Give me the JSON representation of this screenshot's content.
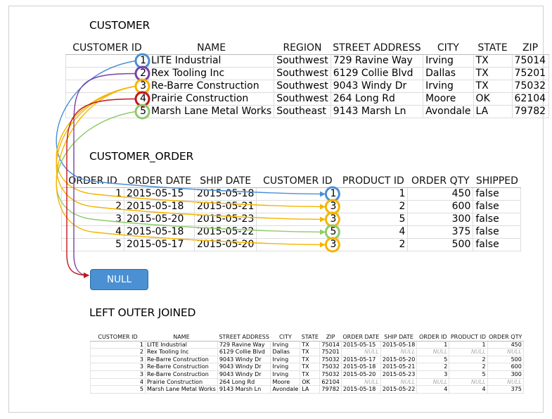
{
  "titles": {
    "customer": "CUSTOMER",
    "customer_order": "CUSTOMER_ORDER",
    "left_outer_joined": "LEFT OUTER JOINED"
  },
  "null_box": "NULL",
  "customer": {
    "columns": [
      "CUSTOMER ID",
      "NAME",
      "REGION",
      "STREET ADDRESS",
      "CITY",
      "STATE",
      "ZIP"
    ],
    "rows": [
      [
        "1",
        "LITE Industrial",
        "Southwest",
        "729 Ravine Way",
        "Irving",
        "TX",
        "75014"
      ],
      [
        "2",
        "Rex Tooling Inc",
        "Southwest",
        "6129 Collie Blvd",
        "Dallas",
        "TX",
        "75201"
      ],
      [
        "3",
        "Re-Barre Construction",
        "Southwest",
        "9043 Windy Dr",
        "Irving",
        "TX",
        "75032"
      ],
      [
        "4",
        "Prairie Construction",
        "Southwest",
        "264 Long Rd",
        "Moore",
        "OK",
        "62104"
      ],
      [
        "5",
        "Marsh Lane Metal Works",
        "Southeast",
        "9143 Marsh Ln",
        "Avondale",
        "LA",
        "79782"
      ]
    ]
  },
  "customer_order": {
    "columns": [
      "ORDER ID",
      "ORDER DATE",
      "SHIP DATE",
      "CUSTOMER ID",
      "PRODUCT ID",
      "ORDER QTY",
      "SHIPPED"
    ],
    "rows": [
      [
        "1",
        "2015-05-15",
        "2015-05-18",
        "1",
        "1",
        "450",
        "false"
      ],
      [
        "2",
        "2015-05-18",
        "2015-05-21",
        "3",
        "2",
        "600",
        "false"
      ],
      [
        "3",
        "2015-05-20",
        "2015-05-23",
        "3",
        "5",
        "300",
        "false"
      ],
      [
        "4",
        "2015-05-18",
        "2015-05-22",
        "5",
        "4",
        "375",
        "false"
      ],
      [
        "5",
        "2015-05-17",
        "2015-05-20",
        "3",
        "2",
        "500",
        "false"
      ]
    ]
  },
  "joined": {
    "columns": [
      "CUSTOMER ID",
      "NAME",
      "STREET ADDRESS",
      "CITY",
      "STATE",
      "ZIP",
      "ORDER DATE",
      "SHIP DATE",
      "ORDER ID",
      "PRODUCT ID",
      "ORDER QTY"
    ],
    "rows": [
      [
        "1",
        "LITE Industrial",
        "729 Ravine Way",
        "Irving",
        "TX",
        "75014",
        "2015-05-15",
        "2015-05-18",
        "1",
        "1",
        "450"
      ],
      [
        "2",
        "Rex Tooling Inc",
        "6129 Collie Blvd",
        "Dallas",
        "TX",
        "75201",
        "NULL",
        "NULL",
        "NULL",
        "NULL",
        "NULL"
      ],
      [
        "3",
        "Re-Barre Construction",
        "9043 Windy Dr",
        "Irving",
        "TX",
        "75032",
        "2015-05-17",
        "2015-05-20",
        "5",
        "2",
        "500"
      ],
      [
        "3",
        "Re-Barre Construction",
        "9043 Windy Dr",
        "Irving",
        "TX",
        "75032",
        "2015-05-18",
        "2015-05-21",
        "2",
        "2",
        "600"
      ],
      [
        "3",
        "Re-Barre Construction",
        "9043 Windy Dr",
        "Irving",
        "TX",
        "75032",
        "2015-05-20",
        "2015-05-23",
        "3",
        "5",
        "300"
      ],
      [
        "4",
        "Prairie Construction",
        "264 Long Rd",
        "Moore",
        "OK",
        "62104",
        "NULL",
        "NULL",
        "NULL",
        "NULL",
        "NULL"
      ],
      [
        "5",
        "Marsh Lane Metal Works",
        "9143 Marsh Ln",
        "Avondale",
        "LA",
        "79782",
        "2015-05-18",
        "2015-05-22",
        "4",
        "4",
        "375"
      ]
    ]
  },
  "colors": {
    "id1": "#4a8fd4",
    "id2": "#7b3fa6",
    "id3": "#f5b400",
    "id4": "#c0161c",
    "id5": "#8fca6a",
    "null_box": "#4a90d2"
  }
}
